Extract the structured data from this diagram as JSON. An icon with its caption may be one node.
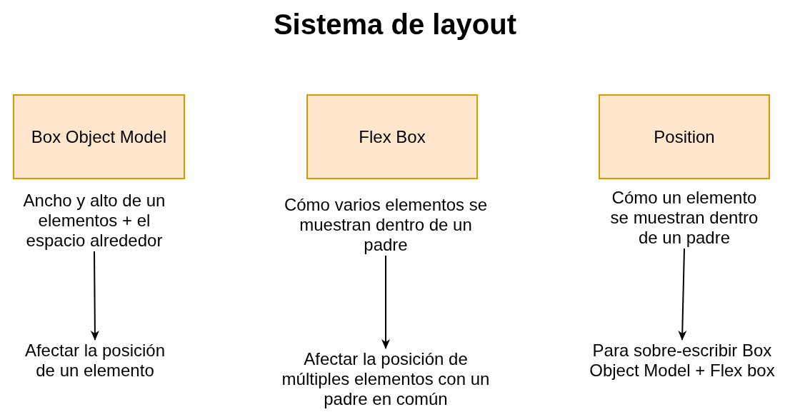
{
  "diagram": {
    "title": "Sistema de layout",
    "nodes": [
      {
        "text": [
          "Box Object Model"
        ]
      },
      {
        "text": [
          "Flex Box"
        ]
      },
      {
        "text": [
          "Position"
        ]
      },
      {
        "text": [
          "Ancho y alto de un elementos + el espacio alrededor"
        ]
      },
      {
        "text": [
          "Cómo varios elementos se muestran dentro de un padre"
        ]
      },
      {
        "text": [
          "Cómo un elemento se muestran dentro de un padre"
        ]
      },
      {
        "text": [
          "Afectar la posición de un elemento"
        ]
      },
      {
        "text": [
          "Afectar la posición de múltiples elementos con un padre en común"
        ]
      },
      {
        "text": [
          "Para sobre-escribir Box Object Model + Flex box"
        ]
      }
    ],
    "edges": [
      {
        "from": 3,
        "to": 6,
        "arrow": "to"
      },
      {
        "from": 4,
        "to": 7,
        "arrow": "to"
      },
      {
        "from": 5,
        "to": 8,
        "arrow": "to"
      }
    ]
  }
}
